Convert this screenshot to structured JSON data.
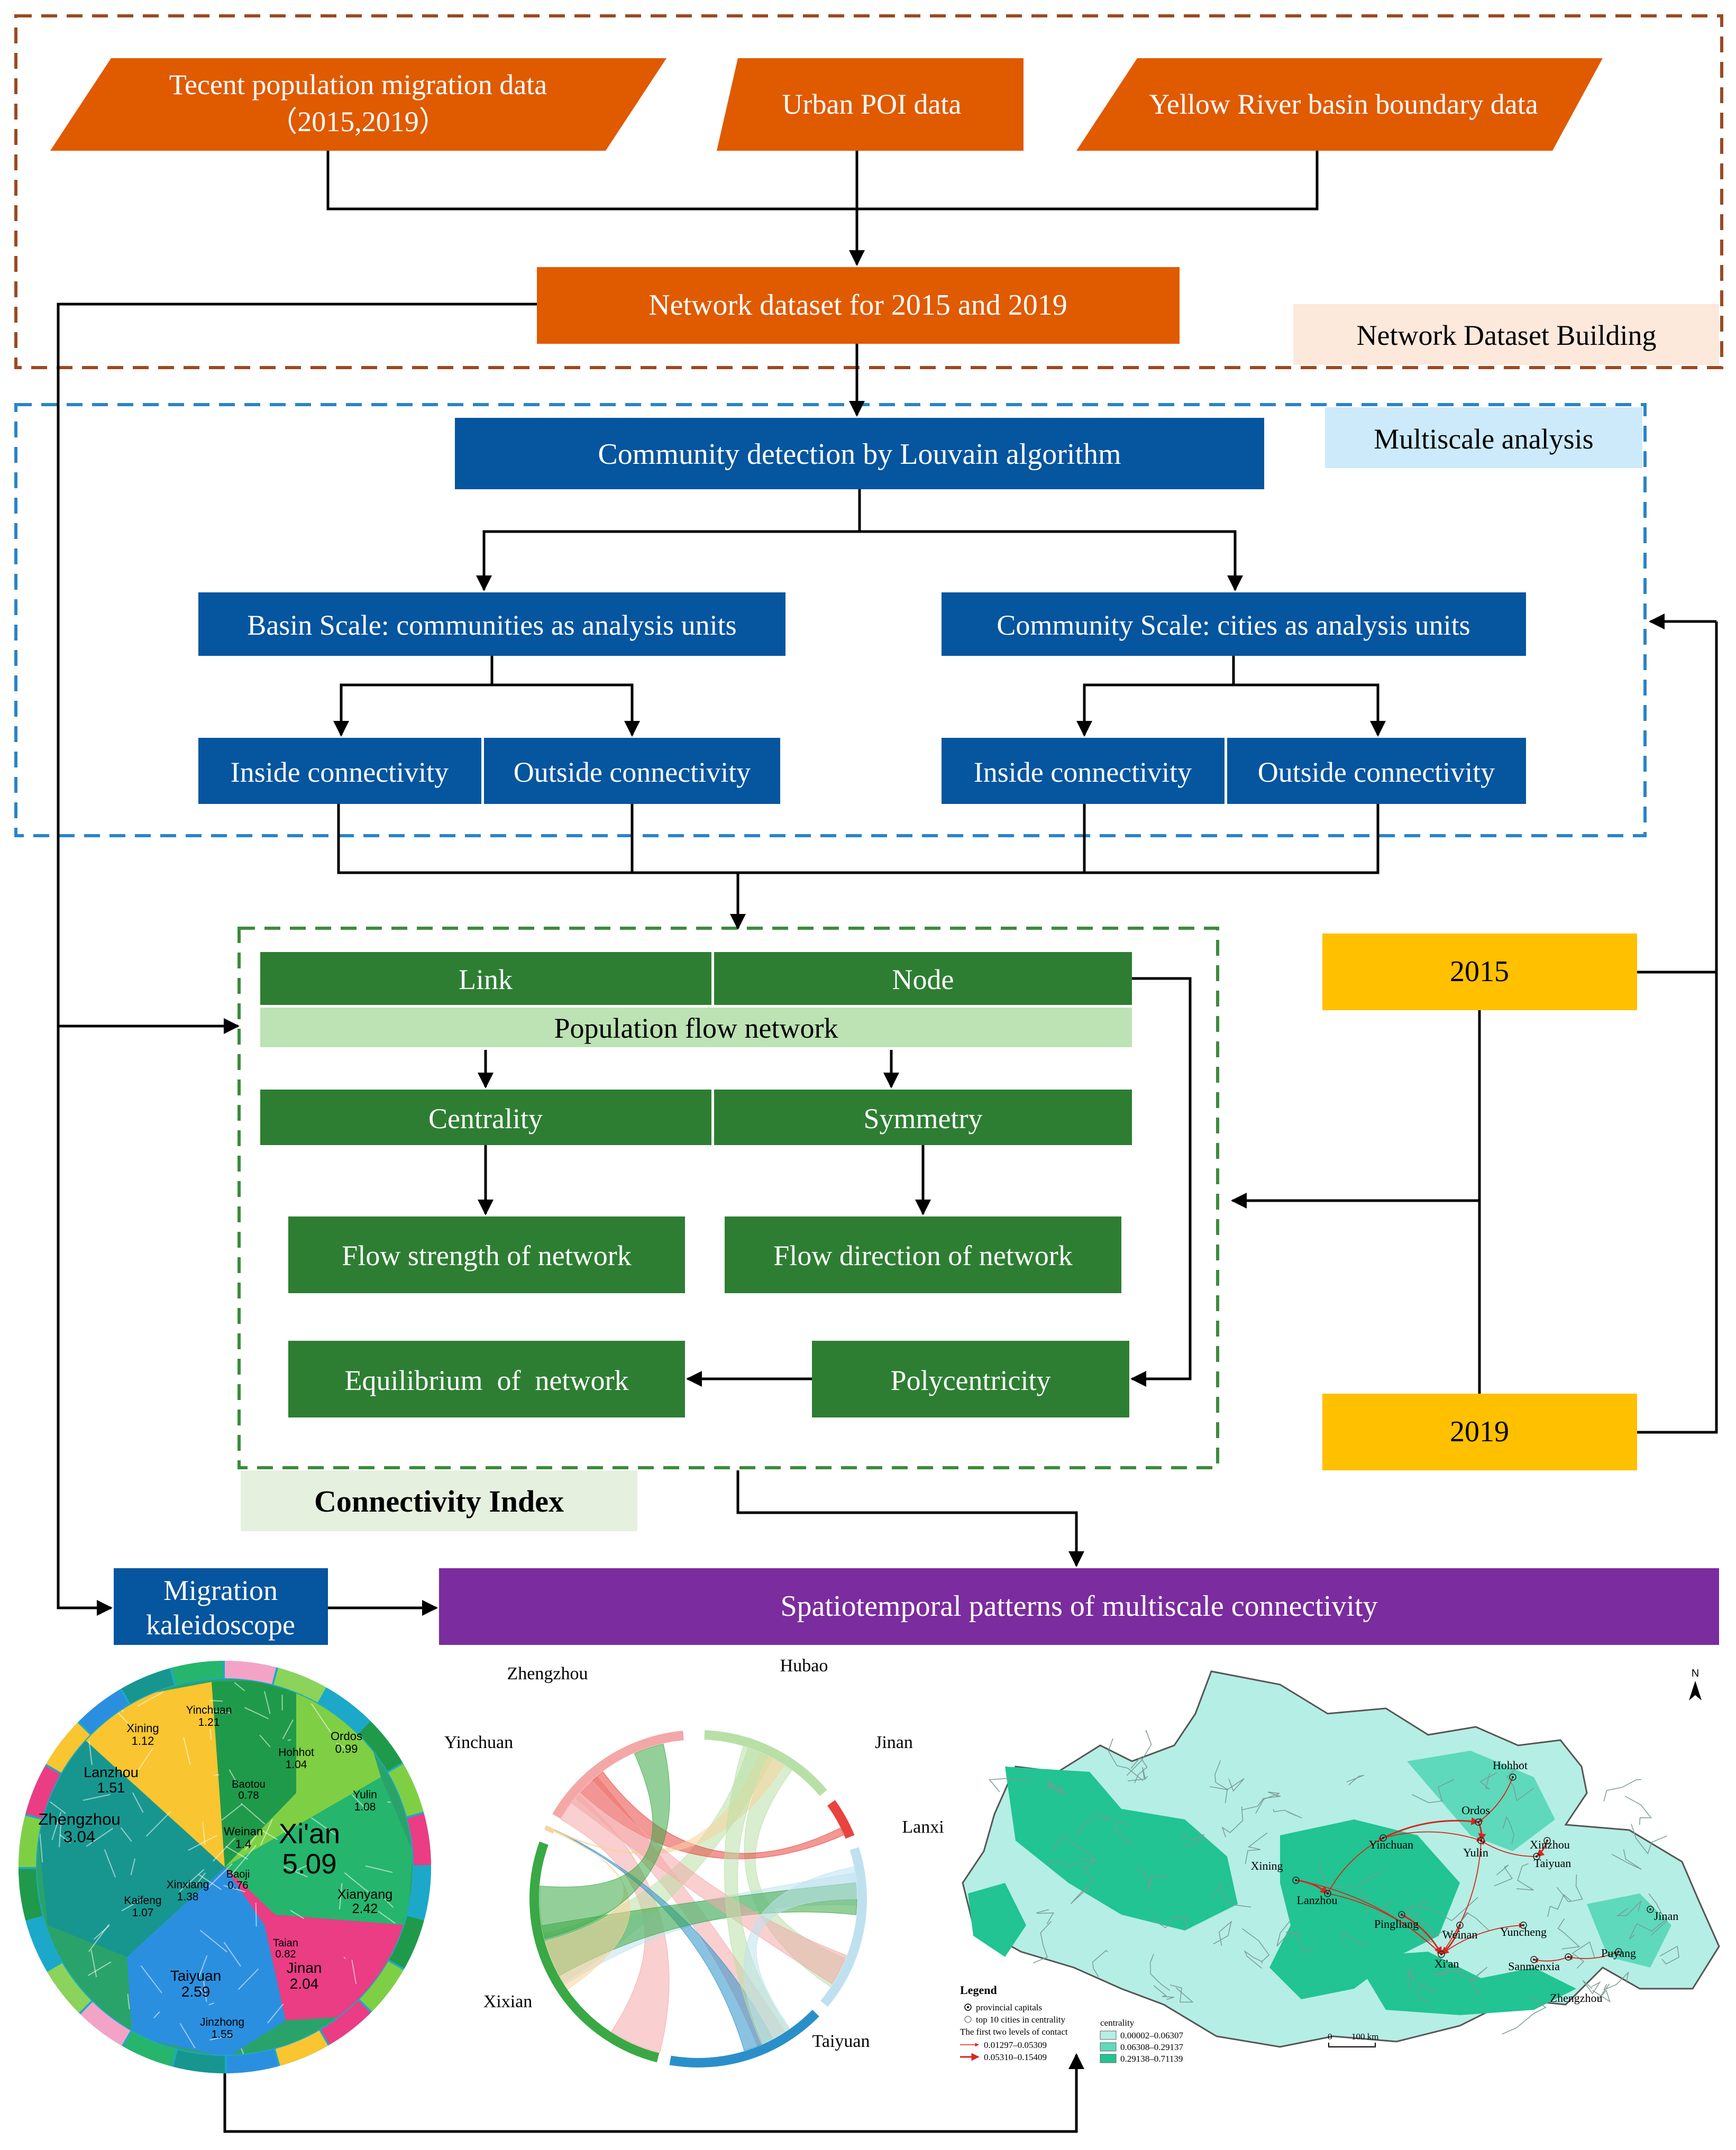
{
  "sections": {
    "dataset_building": "Network Dataset Building",
    "multiscale": "Multiscale analysis",
    "connectivity_index": "Connectivity Index"
  },
  "inputs": {
    "tencent_line1": "Tecent population migration data",
    "tencent_line2": "（2015,2019）",
    "poi": "Urban POI data",
    "boundary": "Yellow River basin boundary data"
  },
  "network_dataset": "Network dataset for 2015 and 2019",
  "community_detection": "Community detection by Louvain algorithm",
  "basin_scale": "Basin Scale: communities as analysis units",
  "community_scale": "Community Scale: cities as analysis units",
  "inside": "Inside connectivity",
  "outside": "Outside connectivity",
  "link": "Link",
  "node": "Node",
  "population_flow": "Population flow network",
  "centrality": "Centrality",
  "symmetry": "Symmetry",
  "flow_strength": "Flow strength of network",
  "flow_direction": "Flow direction of network",
  "equilibrium": "Equilibrium  of  network",
  "polycentricity": "Polycentricity",
  "year_2015": "2015",
  "year_2019": "2019",
  "migration_line1": "Migration",
  "migration_line2": "kaleidoscope",
  "spatiotemporal": "Spatiotemporal patterns of multiscale connectivity",
  "kaleidoscope_cells": [
    {
      "name": "Xi'an",
      "value": "5.09"
    },
    {
      "name": "Zhengzhou",
      "value": "3.04"
    },
    {
      "name": "Taiyuan",
      "value": "2.59"
    },
    {
      "name": "Xianyang",
      "value": "2.42"
    },
    {
      "name": "Jinan",
      "value": "2.04"
    },
    {
      "name": "Lanzhou",
      "value": "1.51"
    },
    {
      "name": "Weinan",
      "value": "1.4"
    },
    {
      "name": "Xinxiang",
      "value": "1.38"
    },
    {
      "name": "Xining",
      "value": "1.12"
    },
    {
      "name": "Yinchuan",
      "value": "1.21"
    },
    {
      "name": "Yulin",
      "value": "1.08"
    },
    {
      "name": "Kaifeng",
      "value": "1.07"
    },
    {
      "name": "Hohhot",
      "value": "1.04"
    },
    {
      "name": "Ordos",
      "value": "0.99"
    },
    {
      "name": "Baoji",
      "value": "0.76"
    },
    {
      "name": "Baotou",
      "value": "0.78"
    },
    {
      "name": "Jinzhong",
      "value": "1.55"
    },
    {
      "name": "Taian",
      "value": "0.82"
    }
  ],
  "chord": {
    "labels": [
      "Zhengzhou",
      "Hubao",
      "Jinan",
      "Lanxi",
      "Taiyuan",
      "Xixian",
      "Yinchuan"
    ],
    "colors": [
      "#f4a7a7",
      "#b8e0a6",
      "#e8433e",
      "#bfe1ef",
      "#2a8fc9",
      "#3aa845",
      "#f9d39a"
    ]
  },
  "map": {
    "cities": [
      "Hohhot",
      "Ordos",
      "Yinchuan",
      "Yulin",
      "Xinzhou",
      "Taiyuan",
      "Xining",
      "Lanzhou",
      "Pingliang",
      "Weinan",
      "Yuncheng",
      "Xi'an",
      "Sanmenxia",
      "Zhengzhou",
      "Puyang",
      "Jinan"
    ],
    "north": "N",
    "legend_title": "Legend",
    "legend_items": [
      "provincial capitals",
      "top 10 cities in centrality",
      "The first two levels of contact",
      "0.01297–0.05309",
      "0.05310–0.15409"
    ],
    "centrality_title": "centrality",
    "centrality_items": [
      "0.00002–0.06307",
      "0.06308–0.29137",
      "0.29138–0.71139"
    ],
    "scale": "100 km",
    "scale_zero": "0",
    "colors": {
      "low": "#b5eee4",
      "mid": "#5ed9bc",
      "high": "#21c492",
      "outline": "#555555",
      "flow": "#d7261e"
    }
  },
  "colors": {
    "orange": "#e05a00",
    "blue": "#05559f",
    "green": "#2d7e32",
    "light_green": "#bde3b4",
    "yellow": "#ffc000",
    "purple": "#7b2c9e",
    "peach": "#fde8dc",
    "light_blue": "#cdeafb",
    "pale_green": "#e6f0df",
    "brown_dash": "#9b4a22",
    "blue_dash": "#2a84c8",
    "green_dash": "#3c8b3c"
  }
}
